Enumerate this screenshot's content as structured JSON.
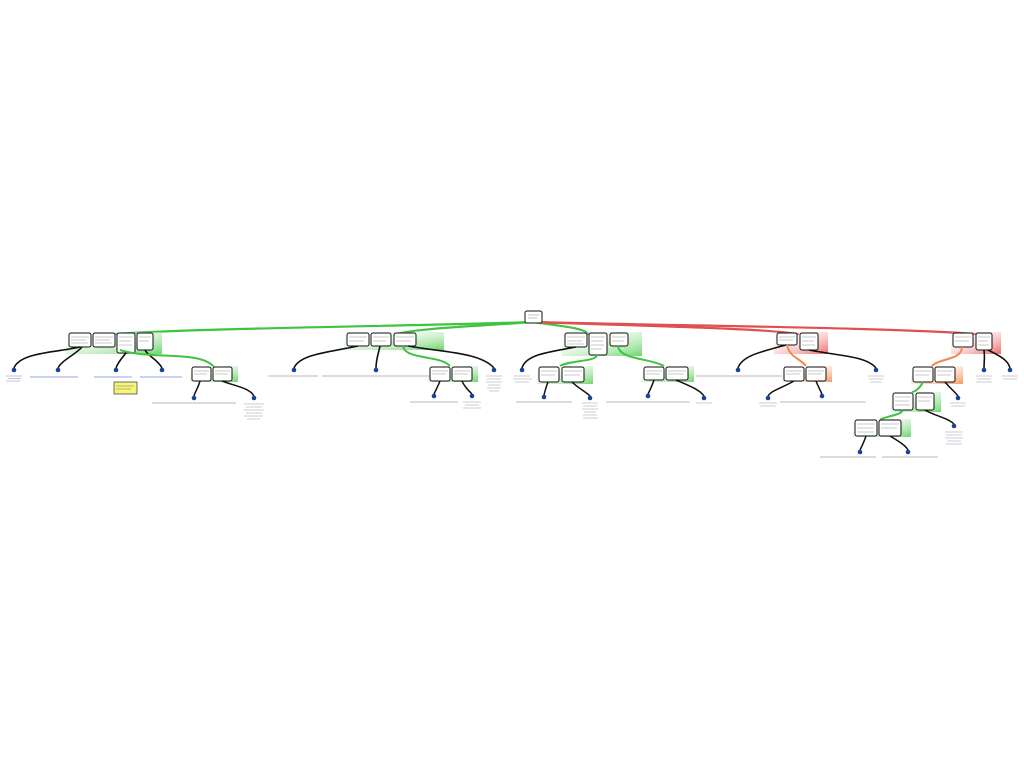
{
  "map": {
    "root_text": "",
    "note_text": "",
    "colors": {
      "green": "#3fc43f",
      "red": "#e05050",
      "orange": "#f08a4b",
      "black": "#111111",
      "node_fill": "#ffffff",
      "green_bg": "#8ee28e",
      "red_bg": "#f28b8b",
      "orange_bg": "#f7b48a",
      "icon_blue": "#1b3f9c",
      "link_blue": "#2244cc",
      "note_fill": "#f5f57a"
    },
    "groups": [
      {
        "name": "group-1",
        "tone": "green",
        "boxes": 4
      },
      {
        "name": "group-2",
        "tone": "green",
        "boxes": 3
      },
      {
        "name": "group-3",
        "tone": "green",
        "boxes": 3
      },
      {
        "name": "group-4",
        "tone": "red",
        "boxes": 2
      },
      {
        "name": "group-5",
        "tone": "red",
        "boxes": 2
      }
    ]
  }
}
